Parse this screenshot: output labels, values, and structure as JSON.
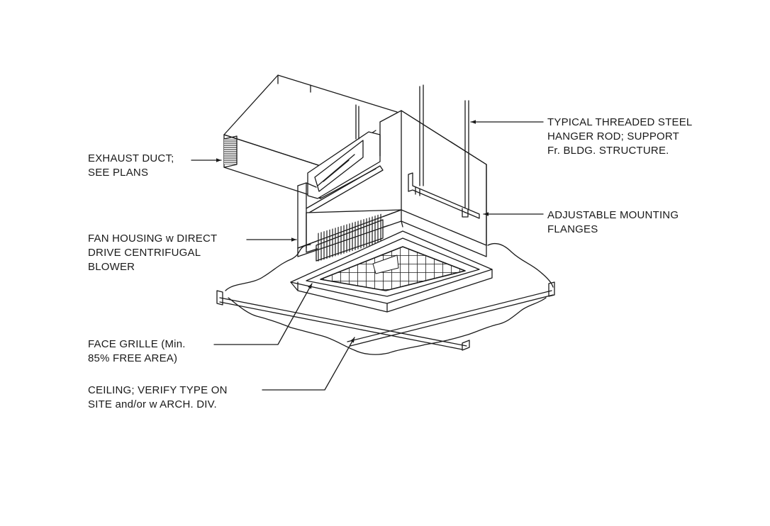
{
  "diagram": {
    "labels": {
      "exhaust_duct": [
        "EXHAUST DUCT;",
        "SEE PLANS"
      ],
      "fan_housing": [
        "FAN HOUSING w DIRECT",
        "DRIVE CENTRIFUGAL",
        "BLOWER"
      ],
      "face_grille": [
        "FACE GRILLE (Min.",
        "85% FREE AREA)"
      ],
      "ceiling": [
        "CEILING; VERIFY TYPE ON",
        "SITE and/or w ARCH. DIV."
      ],
      "hanger_rod": [
        "TYPICAL THREADED STEEL",
        "HANGER ROD; SUPPORT",
        "Fr. BLDG. STRUCTURE."
      ],
      "mounting_flanges": [
        "ADJUSTABLE MOUNTING",
        "FLANGES"
      ]
    },
    "colors": {
      "line": "#1a1a1a",
      "background": "#ffffff"
    }
  }
}
